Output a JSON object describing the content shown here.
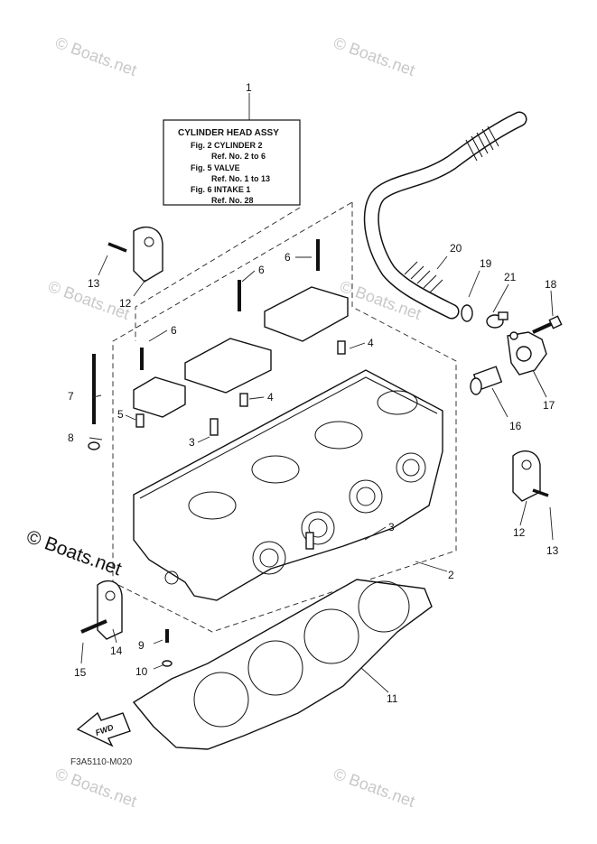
{
  "info_box": {
    "title": "CYLINDER HEAD ASSY",
    "lines": [
      "Fig.  2 CYLINDER 2",
      "Ref. No. 2 to 6",
      "Fig.  5 VALVE",
      "Ref. No. 1 to 13",
      "Fig.  6 INTAKE 1",
      "Ref. No. 28"
    ]
  },
  "callouts": {
    "c1": "1",
    "c2": "2",
    "c3a": "3",
    "c3b": "3",
    "c4a": "4",
    "c4b": "4",
    "c5": "5",
    "c6a": "6",
    "c6b": "6",
    "c6c": "6",
    "c7": "7",
    "c8": "8",
    "c9": "9",
    "c10": "10",
    "c11": "11",
    "c12a": "12",
    "c12b": "12",
    "c13a": "13",
    "c13b": "13",
    "c14": "14",
    "c15": "15",
    "c16": "16",
    "c17": "17",
    "c18": "18",
    "c19": "19",
    "c20": "20",
    "c21": "21"
  },
  "fwd_label": "FWD",
  "diagram_code": "F3A5110-M020",
  "watermarks": {
    "small": "© Boats.net",
    "large": "© Boats.net"
  }
}
